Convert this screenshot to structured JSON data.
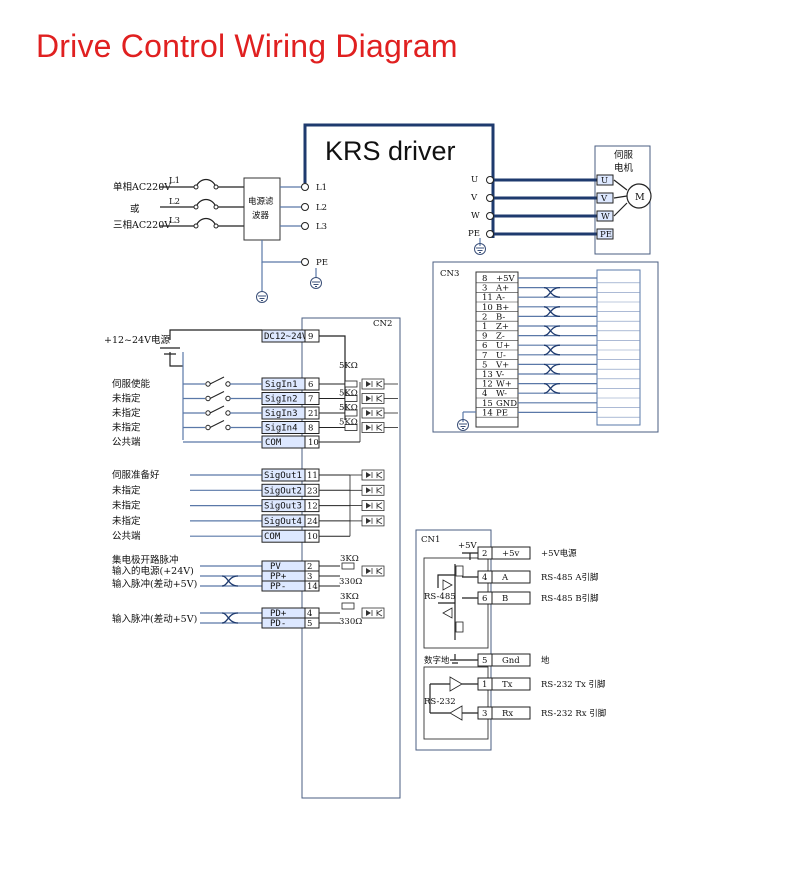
{
  "title": "Drive Control Wiring Diagram",
  "driver_label": "KRS driver",
  "power_input": {
    "single_phase": "单相AC220V",
    "or": "或",
    "three_phase": "三相AC220V",
    "lines_in": [
      "L1",
      "L2",
      "L3"
    ],
    "filter_label_1": "电源滤",
    "filter_label_2": "波器",
    "terminals": [
      "L1",
      "L2",
      "L3"
    ],
    "pe": "PE"
  },
  "motor": {
    "label_1": "伺服",
    "label_2": "电机",
    "motor_symbol": "M",
    "driver_pins": [
      "U",
      "V",
      "W",
      "PE"
    ],
    "motor_pins": [
      "U",
      "V",
      "W",
      "PE"
    ]
  },
  "cn3": {
    "name": "CN3",
    "pins": [
      {
        "num": "8",
        "sig": "+5V"
      },
      {
        "num": "3",
        "sig": "A+"
      },
      {
        "num": "11",
        "sig": "A-"
      },
      {
        "num": "10",
        "sig": "B+"
      },
      {
        "num": "2",
        "sig": "B-"
      },
      {
        "num": "1",
        "sig": "Z+"
      },
      {
        "num": "9",
        "sig": "Z-"
      },
      {
        "num": "6",
        "sig": "U+"
      },
      {
        "num": "7",
        "sig": "U-"
      },
      {
        "num": "5",
        "sig": "V+"
      },
      {
        "num": "13",
        "sig": "V-"
      },
      {
        "num": "12",
        "sig": "W+"
      },
      {
        "num": "4",
        "sig": "W-"
      },
      {
        "num": "15",
        "sig": "GND"
      },
      {
        "num": "14",
        "sig": "PE"
      }
    ]
  },
  "cn2": {
    "name": "CN2",
    "supply_label": "+12~24V电源",
    "dc_label": "DC12~24V",
    "dc_pin": "9",
    "resistor": "5KΩ",
    "inputs": [
      {
        "label": "伺服使能",
        "sig": "SigIn1",
        "pin": "6"
      },
      {
        "label": "未指定",
        "sig": "SigIn2",
        "pin": "7"
      },
      {
        "label": "未指定",
        "sig": "SigIn3",
        "pin": "21"
      },
      {
        "label": "未指定",
        "sig": "SigIn4",
        "pin": "8"
      },
      {
        "label": "公共端",
        "sig": "COM",
        "pin": "10"
      }
    ],
    "outputs": [
      {
        "label": "伺服准备好",
        "sig": "SigOut1",
        "pin": "11"
      },
      {
        "label": "未指定",
        "sig": "SigOut2",
        "pin": "23"
      },
      {
        "label": "未指定",
        "sig": "SigOut3",
        "pin": "12"
      },
      {
        "label": "未指定",
        "sig": "SigOut4",
        "pin": "24"
      },
      {
        "label": "公共端",
        "sig": "COM",
        "pin": "10"
      }
    ],
    "pulse_label_1": "集电极开路脉冲",
    "pulse_label_2": "输入的电源(+24V)",
    "pulse_label_3": "输入脉冲(差动+5V)",
    "dir_label": "输入脉冲(差动+5V)",
    "pulse_pins": [
      {
        "sig": "PV",
        "pin": "2"
      },
      {
        "sig": "PP+",
        "pin": "3"
      },
      {
        "sig": "PP-",
        "pin": "14"
      },
      {
        "sig": "PD+",
        "pin": "4"
      },
      {
        "sig": "PD-",
        "pin": "5"
      }
    ],
    "r3k": "3KΩ",
    "r330": "330Ω"
  },
  "cn1": {
    "name": "CN1",
    "plus5": "+5V",
    "rs485": "RS-485",
    "rs232": "RS-232",
    "digital_ground": "数字地",
    "pins": [
      {
        "num": "2",
        "sig": "+5v",
        "desc": "+5V电源"
      },
      {
        "num": "4",
        "sig": "A",
        "desc": "RS-485 A引脚"
      },
      {
        "num": "6",
        "sig": "B",
        "desc": "RS-485 B引脚"
      },
      {
        "num": "5",
        "sig": "Gnd",
        "desc": "地"
      },
      {
        "num": "1",
        "sig": "Tx",
        "desc": "RS-232 Tx 引脚"
      },
      {
        "num": "3",
        "sig": "Rx",
        "desc": "RS-232 Rx 引脚"
      }
    ]
  },
  "colors": {
    "title": "#e02020",
    "wire": "#5a78a8",
    "heavy_wire": "#1e3a6e",
    "pin_fill": "#dde8ff"
  }
}
